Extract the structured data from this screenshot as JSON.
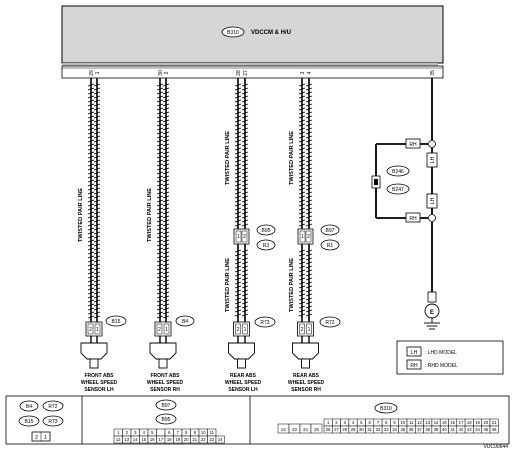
{
  "unit_label": "VDCCM & H/U",
  "unit_connector": "B310",
  "twisted_pair_label": "TWISTED PAIR LINE",
  "pins": {
    "fl_a": "29",
    "fl_b": "1",
    "fr_a": "30",
    "fr_b": "2",
    "rl_a": "28",
    "rl_b": "27",
    "rr_a": "3",
    "rr_b": "4",
    "gnd": "35"
  },
  "sensor_labels": {
    "front_lh": [
      "FRONT ABS",
      "WHEEL SPEED",
      "SENSOR LH"
    ],
    "front_rh": [
      "FRONT ABS",
      "WHEEL SPEED",
      "SENSOR RH"
    ],
    "rear_lh": [
      "REAR ABS",
      "WHEEL SPEED",
      "SENSOR LH"
    ],
    "rear_rh": [
      "REAR ABS",
      "WHEEL SPEED",
      "SENSOR RH"
    ]
  },
  "connectors": {
    "front_lh": "B15",
    "front_rh": "B4",
    "rear_lh_mid": "B95",
    "rear_lh_mid2": "R3",
    "rear_lh_sensor": "R73",
    "rear_rh_mid": "B97",
    "rear_rh_mid2": "R1",
    "rear_rh_sensor": "R72",
    "ground_a": "B246",
    "ground_b": "B247"
  },
  "ground_symbol": "E",
  "model_tags": {
    "lh": "LH",
    "rh": "RH"
  },
  "legend": {
    "lhd_tag": "LH",
    "lhd_text": ": LHD MODEL",
    "rhd_tag": "RH",
    "rhd_text": ": RHD MODEL"
  },
  "bottom": {
    "group1": [
      "B4",
      "R72",
      "B15",
      "R73"
    ],
    "group1_pins": [
      "2",
      "1"
    ],
    "group2": [
      "B97",
      "B95"
    ],
    "group2_top": [
      "1",
      "2",
      "3",
      "4",
      "5",
      "",
      "6",
      "7",
      "8",
      "9",
      "10",
      "11"
    ],
    "group2_bot": [
      "12",
      "13",
      "14",
      "15",
      "16",
      "17",
      "18",
      "19",
      "20",
      "21",
      "22",
      "23",
      "24"
    ],
    "group3": "B310",
    "group3_left_top": [
      "22",
      "23",
      "24",
      "25"
    ],
    "group3_right_top": [
      "1",
      "2",
      "3",
      "4",
      "5",
      "6",
      "7",
      "8",
      "9",
      "10",
      "11",
      "12",
      "13",
      "14",
      "15",
      "16",
      "17",
      "18",
      "19",
      "20",
      "21"
    ],
    "group3_right_bot": [
      "26",
      "27",
      "28",
      "29",
      "30",
      "31",
      "32",
      "33",
      "34",
      "35",
      "36",
      "37",
      "38",
      "39",
      "40",
      "41",
      "42",
      "43",
      "44",
      "45",
      "46"
    ]
  },
  "figure_code": "VDC00644"
}
